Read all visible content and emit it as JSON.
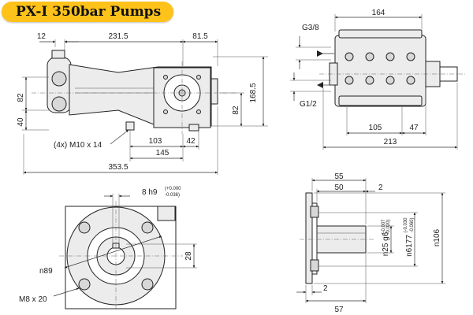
{
  "title": "PX-I 350bar Pumps",
  "side_view": {
    "dim_top_1": "12",
    "dim_top_2": "231.5",
    "dim_top_3": "81.5",
    "dim_left_1": "82",
    "dim_left_2": "40",
    "dim_right_1": "82",
    "dim_right_2": "168.5",
    "dim_bottom_1": "103",
    "dim_bottom_2": "42",
    "dim_bottom_3": "145",
    "dim_total": "353.5",
    "callout": "(4x) M10 x 14"
  },
  "top_view": {
    "dim_width": "164",
    "port_top": "G3/8",
    "port_bottom": "G1/2",
    "dim_1": "105",
    "dim_2": "47",
    "dim_total": "213"
  },
  "front_view": {
    "key_tol": "8 h9",
    "key_tol_upper": "(+0.000",
    "key_tol_lower": "-0.036)",
    "dim_28": "28",
    "circle": "n89",
    "bolt": "M8 x 20"
  },
  "shaft_view": {
    "dim_55": "55",
    "dim_50": "50",
    "dim_2_top": "2",
    "shaft_dia": "n25 g6",
    "shaft_tol_upper": "(-0.007",
    "shaft_tol_lower": "-0.020)",
    "pilot_dia": "n6177",
    "pilot_tol_upper": "(-0.030",
    "pilot_tol_lower": "-0.060)",
    "dim_106": "n106",
    "dim_2_bottom": "2",
    "dim_57": "57"
  }
}
